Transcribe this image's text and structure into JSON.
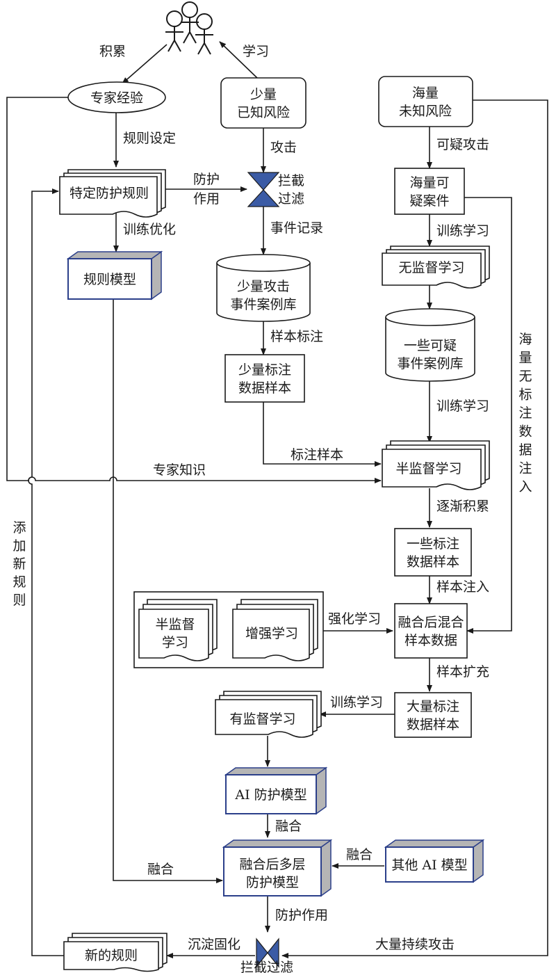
{
  "colors": {
    "line": "#1a1a1a",
    "model_border": "#2b3f8a",
    "model_shade": "#b5b5b5",
    "filter_fill": "#3b5ba5"
  },
  "nodes": {
    "people": "people-icon",
    "expert_experience": "专家经验",
    "known_risk_1": "少量",
    "known_risk_2": "已知风险",
    "unknown_risk_1": "海量",
    "unknown_risk_2": "未知风险",
    "specific_rules": "特定防护规则",
    "intercept_top_1": "拦截",
    "intercept_top_2": "过滤",
    "massive_suspicious_1": "海量可",
    "massive_suspicious_2": "疑案件",
    "rule_model": "规则模型",
    "few_attack_db_1": "少量攻击",
    "few_attack_db_2": "事件案例库",
    "unsupervised": "无监督学习",
    "some_suspicious_db_1": "一些可疑",
    "some_suspicious_db_2": "事件案例库",
    "few_labeled_1": "少量标注",
    "few_labeled_2": "数据样本",
    "semi_supervised": "半监督学习",
    "some_labeled_1": "一些标注",
    "some_labeled_2": "数据样本",
    "inner_semi_1": "半监督",
    "inner_semi_2": "学习",
    "inner_reinforce": "增强学习",
    "fused_mixed_1": "融合后混合",
    "fused_mixed_2": "样本数据",
    "large_labeled_1": "大量标注",
    "large_labeled_2": "数据样本",
    "supervised": "有监督学习",
    "ai_model": "AI 防护模型",
    "multi_model_1": "融合后多层",
    "multi_model_2": "防护模型",
    "other_ai_model": "其他 AI 模型",
    "new_rules": "新的规则",
    "intercept_bottom": "拦截过滤"
  },
  "edges": {
    "accumulate": "积累",
    "learn": "学习",
    "rule_setting": "规则设定",
    "attack": "攻击",
    "suspicious_attack": "可疑攻击",
    "protect_1": "防护",
    "protect_2": "作用",
    "train_optimize": "训练优化",
    "event_record": "事件记录",
    "train_learn_1": "训练学习",
    "sample_label": "样本标注",
    "train_learn_2": "训练学习",
    "label_samples": "标注样本",
    "expert_knowledge": "专家知识",
    "gradual_accumulate": "逐渐积累",
    "sample_inject": "样本注入",
    "reinforce_learn": "强化学习",
    "massive_unlabeled_inject": "海量无标注数据注入",
    "sample_expand": "样本扩充",
    "train_learn_3": "训练学习",
    "fuse_1": "融合",
    "fuse_2": "融合",
    "fuse_3": "融合",
    "add_new_rules": "添加新规则",
    "protect_effect": "防护作用",
    "settle": "沉淀固化",
    "massive_attack": "大量持续攻击"
  }
}
